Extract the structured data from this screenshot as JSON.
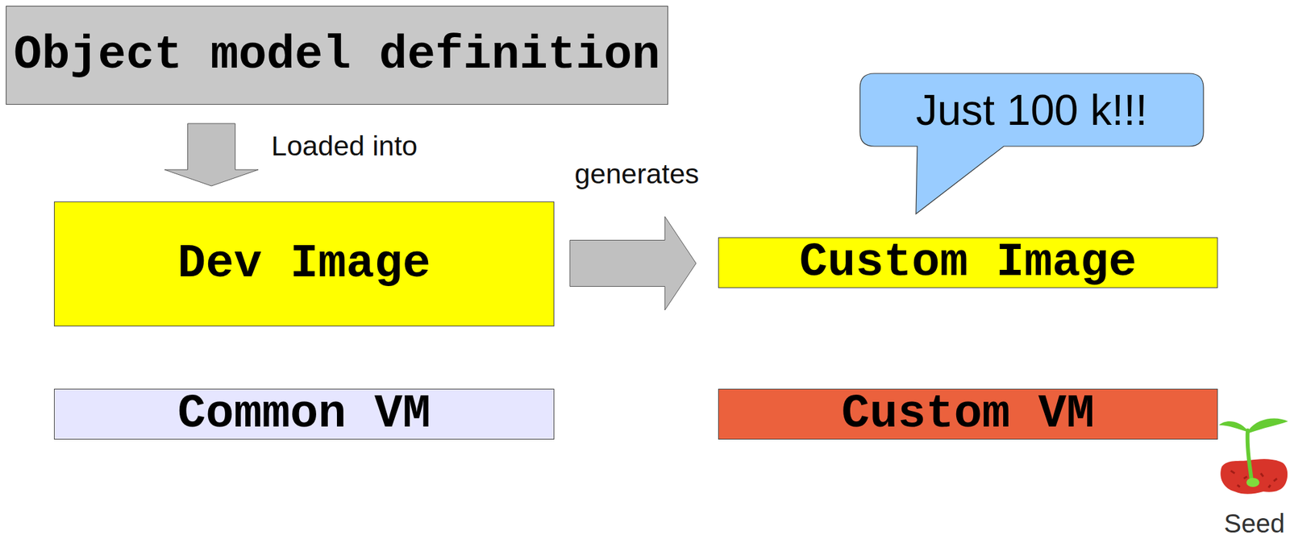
{
  "diagram": {
    "nodes": [
      {
        "text": [
          "Object model definition"
        ]
      },
      {
        "text": [
          "Just 100 k!!!"
        ]
      },
      {
        "text": [
          "Dev Image"
        ]
      },
      {
        "text": [
          "Custom Image"
        ]
      },
      {
        "text": [
          "Common VM"
        ]
      },
      {
        "text": [
          "Custom VM"
        ]
      }
    ],
    "edges": [
      {
        "from": 0,
        "to": 2,
        "label": "Loaded into",
        "arrow": "to"
      },
      {
        "from": 2,
        "to": 3,
        "label": "generates",
        "arrow": "to"
      }
    ],
    "labels": [
      "Seed"
    ]
  }
}
